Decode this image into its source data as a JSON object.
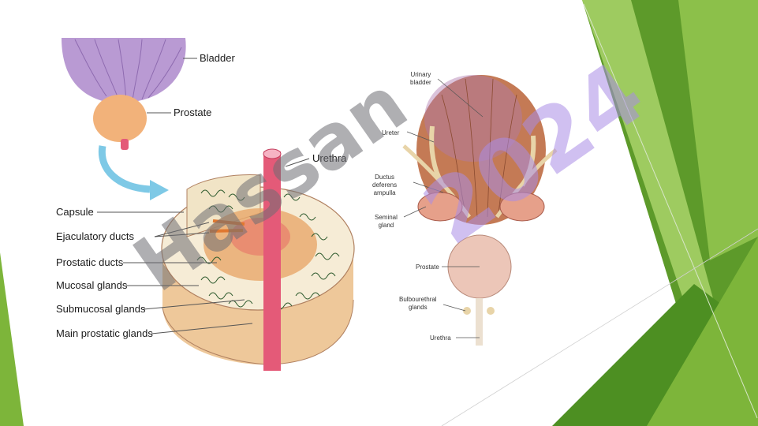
{
  "diagram_left": {
    "labels": {
      "bladder": "Bladder",
      "prostate": "Prostate",
      "urethra": "Urethra",
      "capsule": "Capsule",
      "ejaculatory_ducts": "Ejaculatory ducts",
      "prostatic_ducts": "Prostatic ducts",
      "mucosal_glands": "Mucosal glands",
      "submucosal_glands": "Submucosal glands",
      "main_prostatic_glands": "Main prostatic glands"
    }
  },
  "diagram_right": {
    "labels": {
      "urinary_bladder": "Urinary\nbladder",
      "ureter": "Ureter",
      "ductus_deferens": "Ductus\ndeferens\nampulla",
      "seminal_gland": "Seminal\ngland",
      "prostate": "Prostate",
      "bulbourethral": "Bulbourethral\nglands",
      "urethra": "Urethra"
    }
  },
  "watermark": {
    "left_text": "Hassan",
    "right_text": "2024"
  },
  "colors": {
    "accent_green_dark": "#4d8f22",
    "accent_green": "#7db53a",
    "accent_green_light": "#a9d46a",
    "bladder": "#b99ad3",
    "prostate": "#f2b27a",
    "urethra": "#e45a78"
  }
}
